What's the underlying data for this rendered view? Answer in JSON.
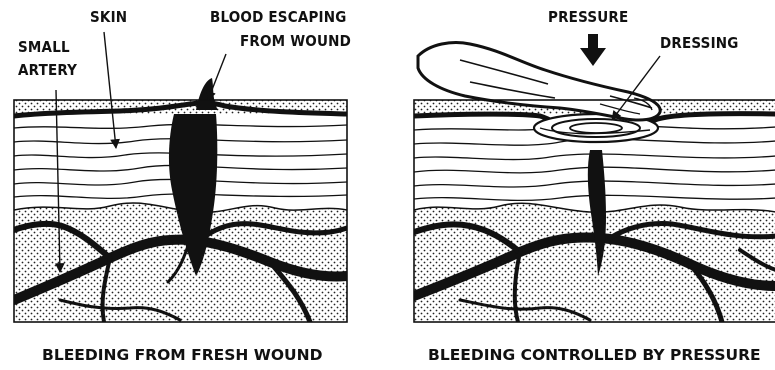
{
  "left_panel": {
    "label_skin": "SKIN",
    "label_small": "SMALL",
    "label_artery": "ARTERY",
    "label_blood_line1": "BLOOD ESCAPING",
    "label_blood_line2": "FROM WOUND",
    "caption": "BLEEDING FROM FRESH WOUND"
  },
  "right_panel": {
    "label_pressure": "PRESSURE",
    "label_dressing": "DRESSING",
    "caption": "BLEEDING CONTROLLED BY PRESSURE"
  },
  "colors": {
    "ink": "#111111",
    "paper": "#ffffff"
  }
}
